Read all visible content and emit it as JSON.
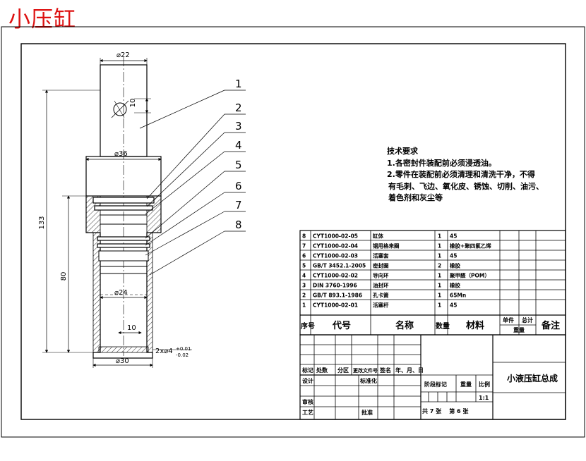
{
  "title": "小压缸",
  "drawing": {
    "dimensions": {
      "top_dia": "⌀22",
      "hole_size": "10",
      "shoulder_dia": "⌀36",
      "overall_length": "133",
      "lower_length": "80",
      "bore_dia": "⌀24",
      "bottom_width": "10",
      "outer_dia": "⌀30",
      "oil_hole_main": "2x⌀4",
      "oil_hole_tol_upper": "+0.01",
      "oil_hole_tol_lower": "-0.02"
    },
    "balloons": [
      "1",
      "2",
      "3",
      "4",
      "5",
      "6",
      "7",
      "8"
    ]
  },
  "tech_requirements": {
    "heading": "技术要求",
    "lines": [
      "1.各密封件装配前必须浸透油。",
      "2.零件在装配前必须清理和清洗干净，不得",
      "有毛刺、飞边、氧化皮、锈蚀、切削、油污、",
      "着色剂和灰尘等"
    ]
  },
  "bom": {
    "rows": [
      {
        "no": "8",
        "code": "CYT1000-02-05",
        "name": "缸体",
        "qty": "1",
        "material": "45"
      },
      {
        "no": "7",
        "code": "CYT1000-02-04",
        "name": "钢用格来圈",
        "qty": "1",
        "material": "橡胶+聚四氟乙烯"
      },
      {
        "no": "6",
        "code": "CYT1000-02-03",
        "name": "活塞套",
        "qty": "1",
        "material": "45"
      },
      {
        "no": "5",
        "code": "GB/T 3452.1-2005",
        "name": "密封圈",
        "qty": "2",
        "material": "橡胶"
      },
      {
        "no": "4",
        "code": "CYT1000-02-02",
        "name": "导向环",
        "qty": "1",
        "material": "聚甲醛（POM）"
      },
      {
        "no": "3",
        "code": "DIN 3760-1996",
        "name": "油封环",
        "qty": "1",
        "material": "橡胶"
      },
      {
        "no": "2",
        "code": "GB/T 893.1-1986",
        "name": "孔卡簧",
        "qty": "1",
        "material": "65Mn"
      },
      {
        "no": "1",
        "code": "CYT1000-02-01",
        "name": "活塞杆",
        "qty": "1",
        "material": "45"
      }
    ],
    "headers": {
      "no": "序号",
      "code": "代号",
      "name": "名称",
      "qty": "数量",
      "material": "材料",
      "single": "单件",
      "total": "总计",
      "weight": "重量",
      "remark": "备注"
    }
  },
  "title_block": {
    "assembly_name": "小液压缸总成",
    "labels": {
      "mark": "标记",
      "count": "处数",
      "zone": "分区",
      "doc_no": "更改文件号",
      "sign": "签名",
      "date": "年、月、日",
      "design": "设计",
      "standardize": "标准化",
      "review": "审核",
      "process": "工艺",
      "approve": "批准",
      "stage_mark": "阶段标记",
      "weight": "重量",
      "scale": "比例"
    },
    "scale_value": "1:1",
    "sheet_info": "共 7 张    第 6 张"
  }
}
